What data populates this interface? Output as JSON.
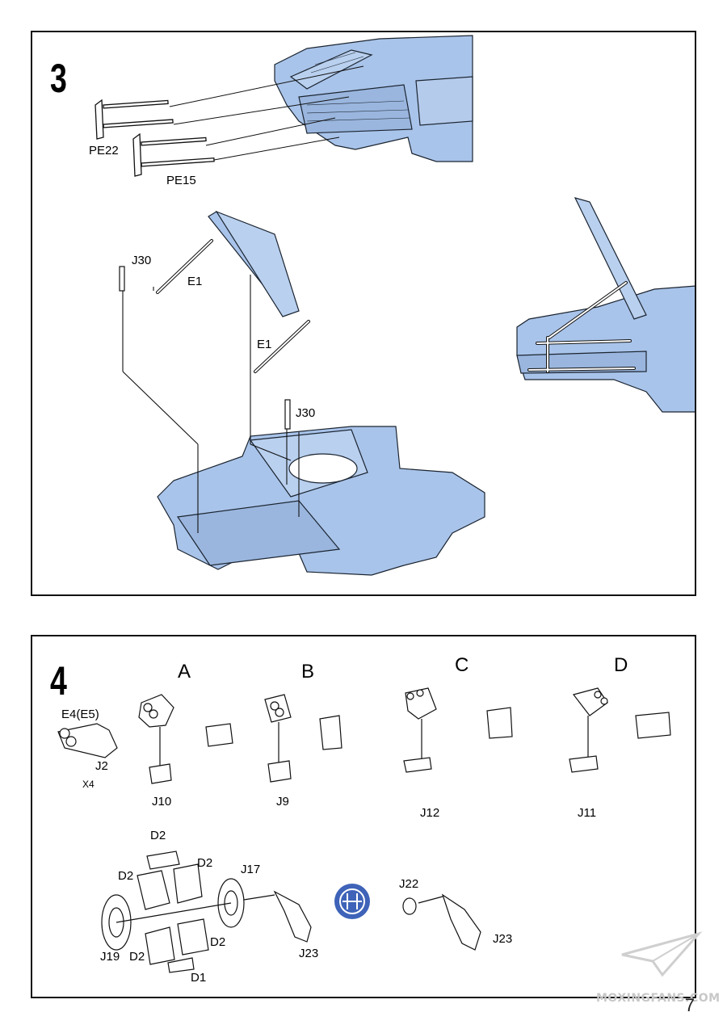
{
  "step3": {
    "number": "3",
    "parts": {
      "pe22": "PE22",
      "pe15": "PE15",
      "j30_left": "J30",
      "e1_top": "E1",
      "e1_mid": "E1",
      "j30_right": "J30"
    }
  },
  "step4": {
    "number": "4",
    "variants": {
      "a": "A",
      "b": "B",
      "c": "C",
      "d": "D"
    },
    "parts": {
      "e4e5": "E4(E5)",
      "j2": "J2",
      "x4": "X4",
      "j10": "J10",
      "j9": "J9",
      "j12": "J12",
      "j11": "J11",
      "d2_top": "D2",
      "d2_left": "D2",
      "d2_right": "D2",
      "j17": "J17",
      "d2_lower_right": "D2",
      "d2_lower_left": "D2",
      "j19": "J19",
      "d1": "D1",
      "j23_left": "J23",
      "j22": "J22",
      "j23_right": "J23"
    }
  },
  "page_number": "7",
  "watermark": "MOXINGFANS.COM",
  "colors": {
    "part_blue": "#a9c4ea",
    "symbol_blue": "#3e63b8",
    "line": "#111111"
  }
}
